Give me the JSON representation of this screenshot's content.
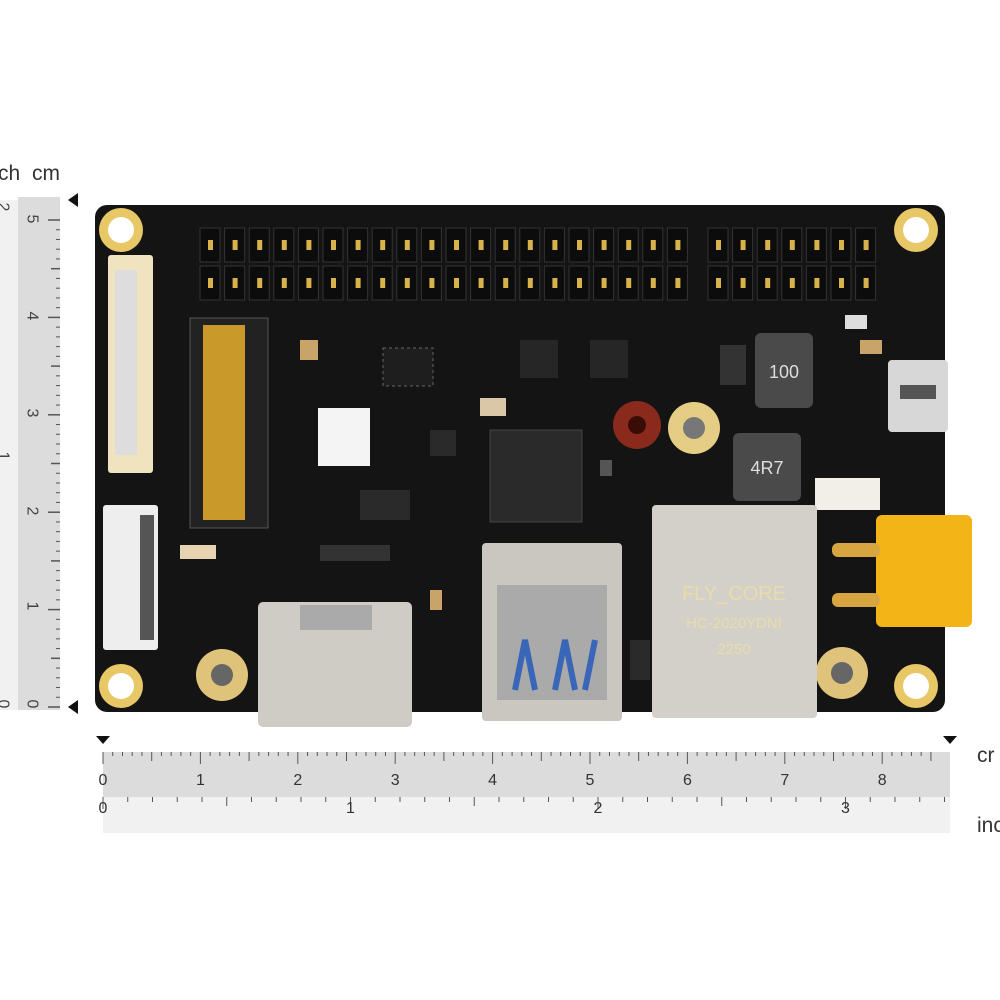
{
  "left_ruler": {
    "inch_unit": "ch",
    "cm_unit": "cm",
    "cm_labels": [
      "0",
      "1",
      "2",
      "3",
      "4",
      "5"
    ],
    "inch_labels": [
      "0",
      "1",
      "2"
    ]
  },
  "bottom_ruler": {
    "cm_unit": "cr",
    "inch_unit": "inc",
    "cm_labels": [
      "0",
      "1",
      "2",
      "3",
      "4",
      "5",
      "6",
      "7",
      "8"
    ],
    "inch_labels": [
      "0",
      "1",
      "2",
      "3"
    ]
  },
  "board": {
    "inductor_large": "100",
    "inductor_small": "4R7",
    "ethernet_brand": "FLY_CORE",
    "ethernet_model": "HC-2020YDNI",
    "ethernet_code": "2250",
    "colors": {
      "pcb": "#141414",
      "gold": "#d8b24a",
      "connector": "#f2b417",
      "metal": "#cfccc6"
    }
  }
}
